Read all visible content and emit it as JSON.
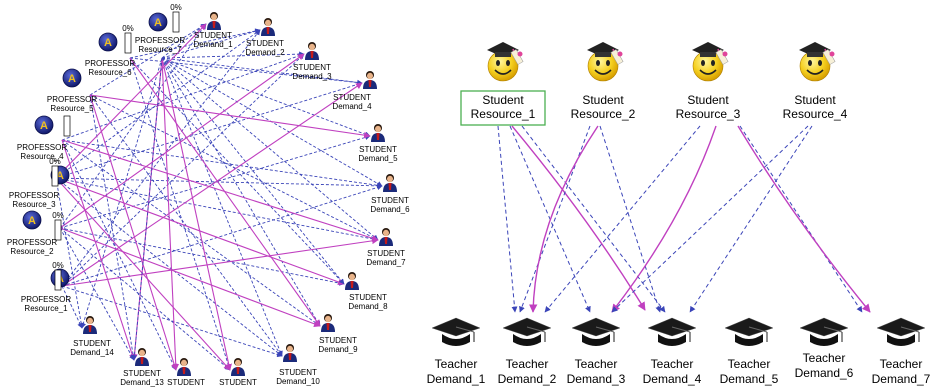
{
  "left_panel": {
    "professors": [
      {
        "line1": "PROFESSOR",
        "line2": "Resource_7",
        "pct": "0%"
      },
      {
        "line1": "PROFESSOR",
        "line2": "Resource_6",
        "pct": "0%"
      },
      {
        "line1": "PROFESSOR",
        "line2": "Resource_5",
        "pct": ""
      },
      {
        "line1": "PROFESSOR",
        "line2": "Resource_4",
        "pct": ""
      },
      {
        "line1": "PROFESSOR",
        "line2": "Resource_3",
        "pct": "0%"
      },
      {
        "line1": "PROFESSOR",
        "line2": "Resource_2",
        "pct": "0%"
      },
      {
        "line1": "PROFESSOR",
        "line2": "Resource_1",
        "pct": "0%"
      }
    ],
    "students": [
      {
        "line1": "STUDENT",
        "line2": "Demand_1"
      },
      {
        "line1": "STUDENT",
        "line2": "Demand_2"
      },
      {
        "line1": "STUDENT",
        "line2": "Demand_3"
      },
      {
        "line1": "STUDENT",
        "line2": "Demand_4"
      },
      {
        "line1": "STUDENT",
        "line2": "Demand_5"
      },
      {
        "line1": "STUDENT",
        "line2": "Demand_6"
      },
      {
        "line1": "STUDENT",
        "line2": "Demand_7"
      },
      {
        "line1": "STUDENT",
        "line2": "Demand_8"
      },
      {
        "line1": "STUDENT",
        "line2": "Demand_9"
      },
      {
        "line1": "STUDENT",
        "line2": "Demand_10"
      },
      {
        "line1": "STUDENT",
        "line2": ""
      },
      {
        "line1": "STUDENT",
        "line2": ""
      },
      {
        "line1": "STUDENT",
        "line2": "Demand_13"
      },
      {
        "line1": "STUDENT",
        "line2": "Demand_14"
      }
    ]
  },
  "right_panel": {
    "resources": [
      {
        "line1": "Student",
        "line2": "Resource_1",
        "selected": true
      },
      {
        "line1": "Student",
        "line2": "Resource_2",
        "selected": false
      },
      {
        "line1": "Student",
        "line2": "Resource_3",
        "selected": false
      },
      {
        "line1": "Student",
        "line2": "Resource_4",
        "selected": false
      }
    ],
    "demands": [
      {
        "line1": "Teacher",
        "line2": "Demand_1"
      },
      {
        "line1": "Teacher",
        "line2": "Demand_2"
      },
      {
        "line1": "Teacher",
        "line2": "Demand_3"
      },
      {
        "line1": "Teacher",
        "line2": "Demand_4"
      },
      {
        "line1": "Teacher",
        "line2": "Demand_5"
      },
      {
        "line1": "Teacher",
        "line2": "Demand_6"
      },
      {
        "line1": "Teacher",
        "line2": "Demand_7"
      }
    ]
  },
  "colors": {
    "dashed_edge": "#3a44b8",
    "solid_edge": "#c040c0",
    "professor_icon": "#1d2a8c",
    "professor_letter": "#f0c020",
    "selection_box": "#4caf50"
  },
  "icons": {
    "professor": "professor-a-icon",
    "student_person": "student-person-icon",
    "smiley": "graduate-smiley-icon",
    "cap": "mortarboard-icon"
  }
}
